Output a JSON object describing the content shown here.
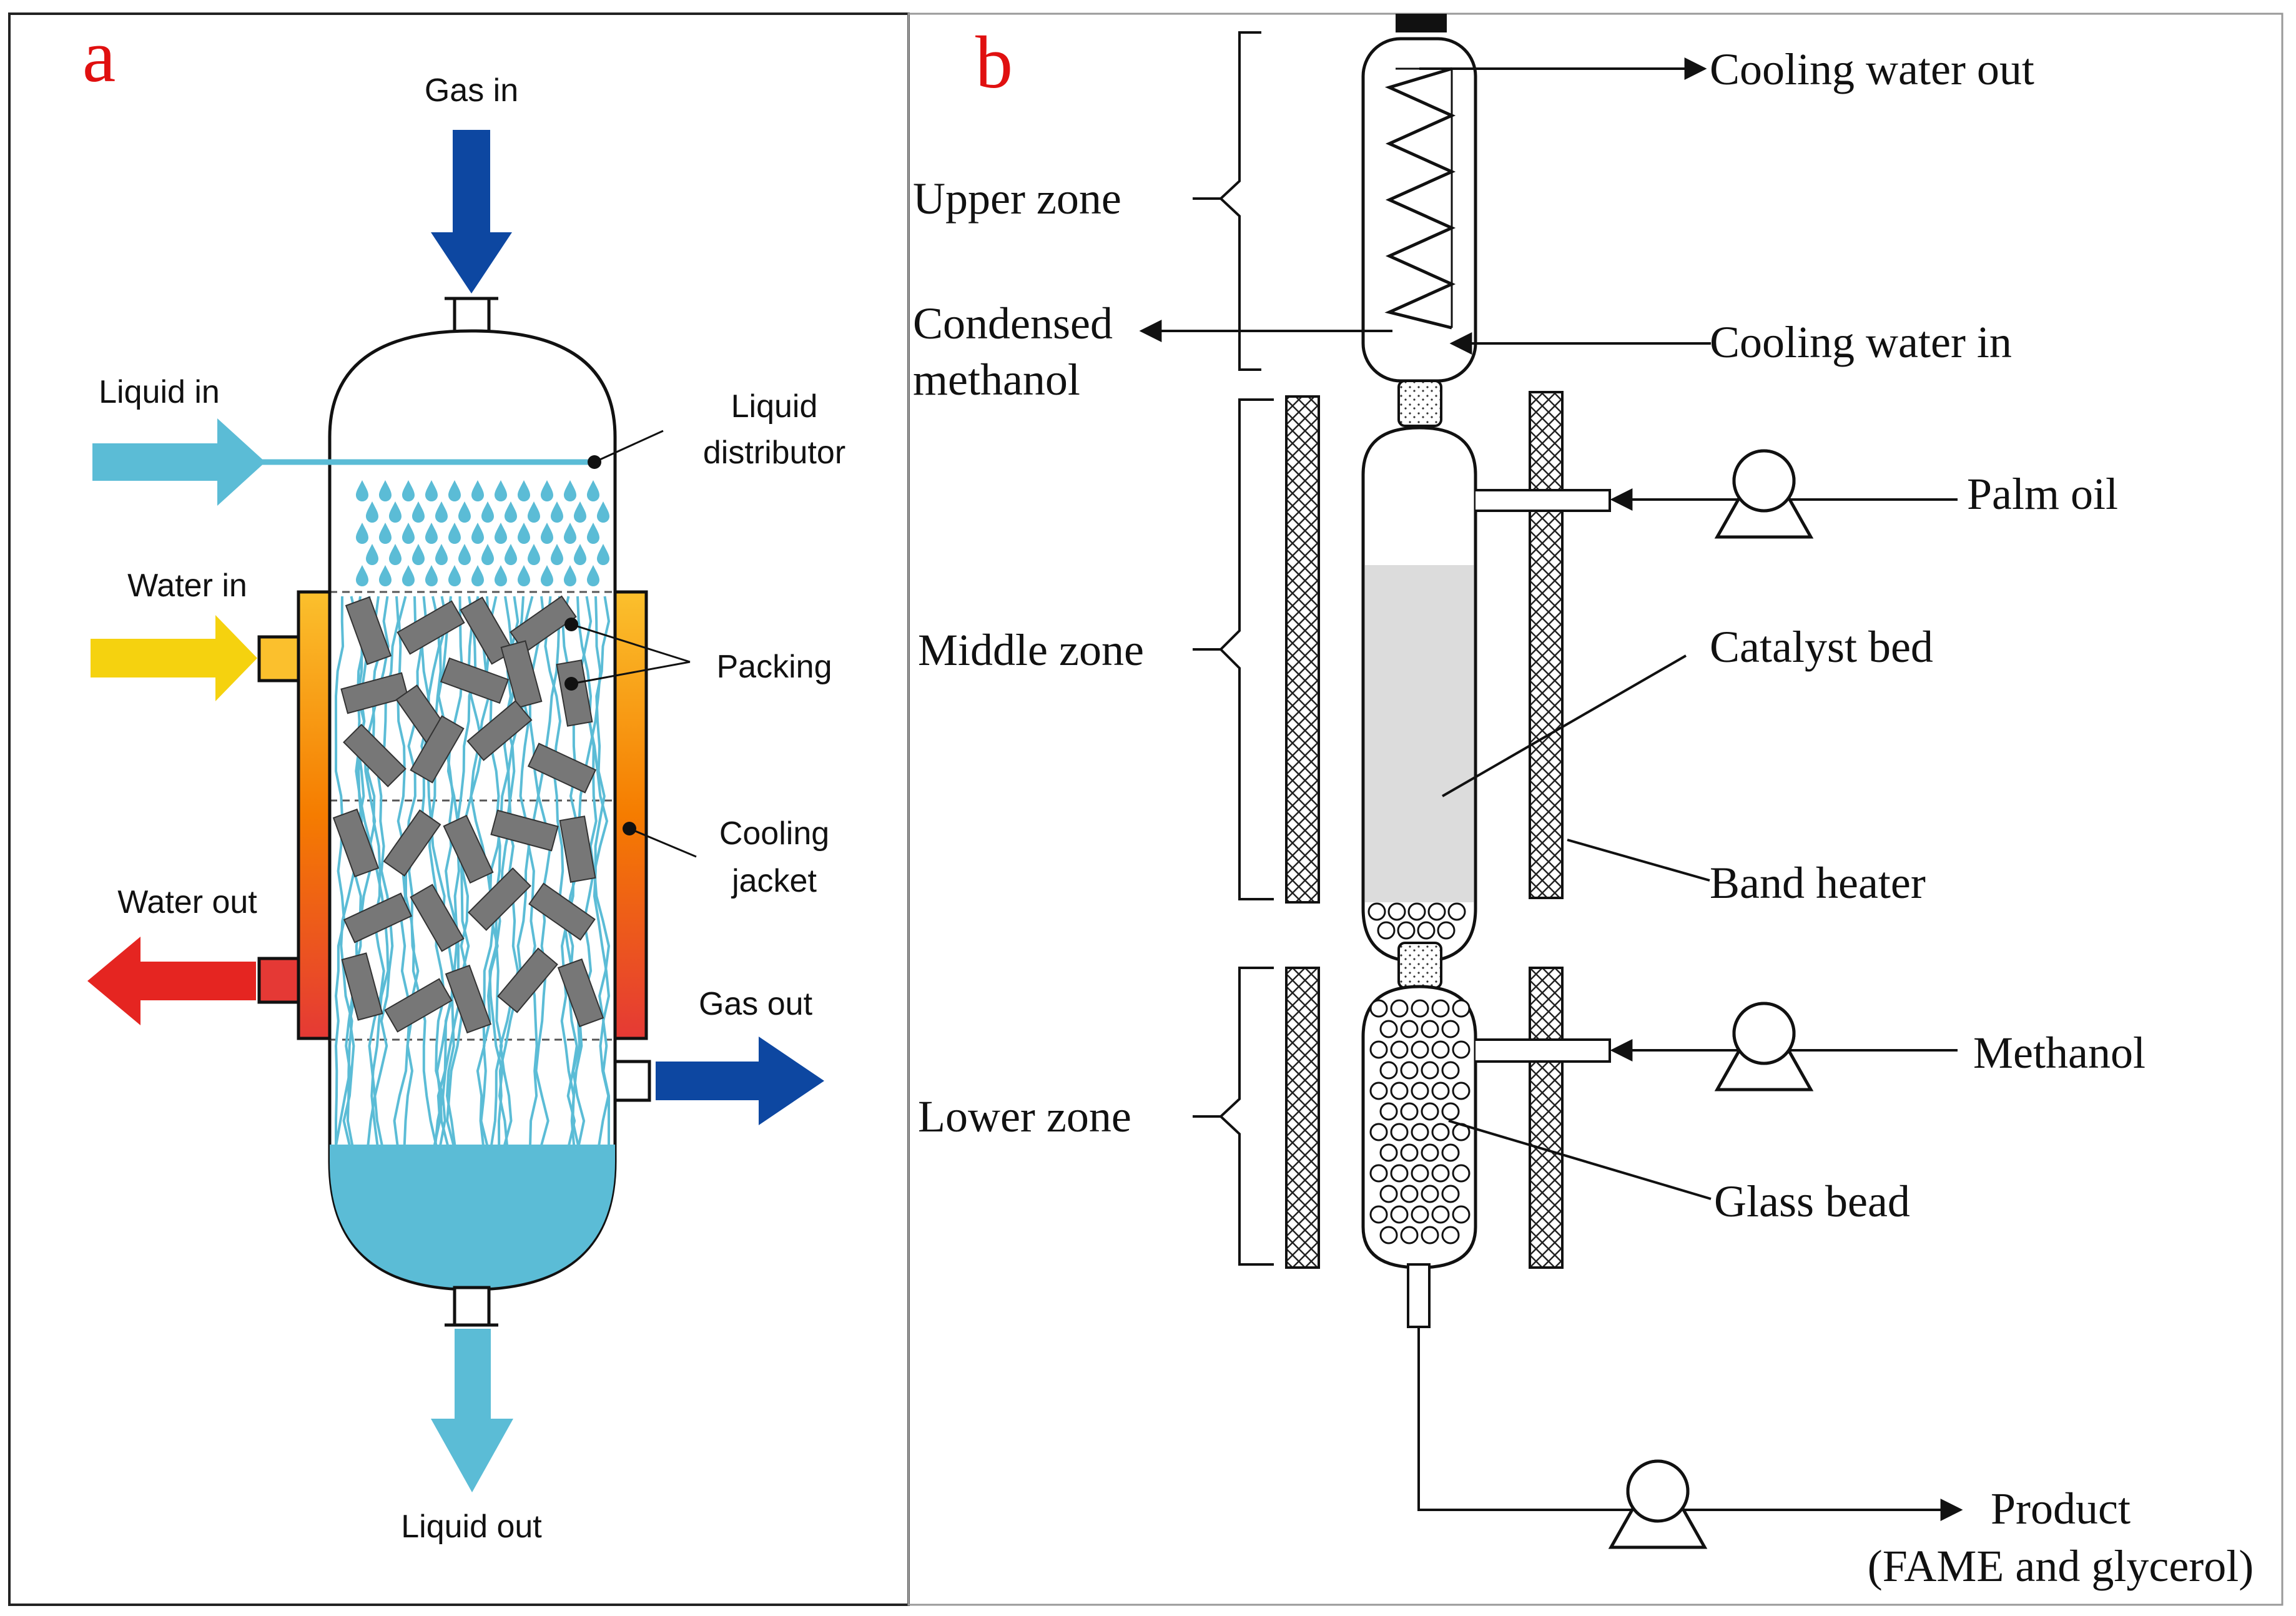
{
  "panel_a": {
    "letter": "a",
    "gas_in": "Gas in",
    "liquid_in": "Liquid in",
    "liquid_distributor_line1": "Liquid",
    "liquid_distributor_line2": "distributor",
    "water_in": "Water in",
    "packing": "Packing",
    "cooling_jacket_line1": "Cooling",
    "cooling_jacket_line2": "jacket",
    "water_out": "Water out",
    "gas_out": "Gas out",
    "liquid_out": "Liquid out",
    "colors": {
      "gas_arrow": "#0d47a1",
      "liquid": "#5bbcd6",
      "water_in_arrow": "#f5d20f",
      "water_out_arrow": "#e52521",
      "packing": "#777777",
      "panel_letter": "#e01010"
    }
  },
  "panel_b": {
    "letter": "b",
    "cooling_water_out": "Cooling water out",
    "upper_zone": "Upper zone",
    "condensed_methanol_line1": "Condensed",
    "condensed_methanol_line2": "methanol",
    "cooling_water_in": "Cooling water in",
    "palm_oil": "Palm oil",
    "middle_zone": "Middle zone",
    "catalyst_bed": "Catalyst bed",
    "band_heater": "Band heater",
    "methanol": "Methanol",
    "lower_zone": "Lower zone",
    "glass_bead": "Glass bead",
    "product_line1": "Product",
    "product_line2": "(FAME and glycerol)",
    "colors": {
      "catalyst_bed_fill": "#dcdcdc",
      "line": "#111111"
    }
  }
}
